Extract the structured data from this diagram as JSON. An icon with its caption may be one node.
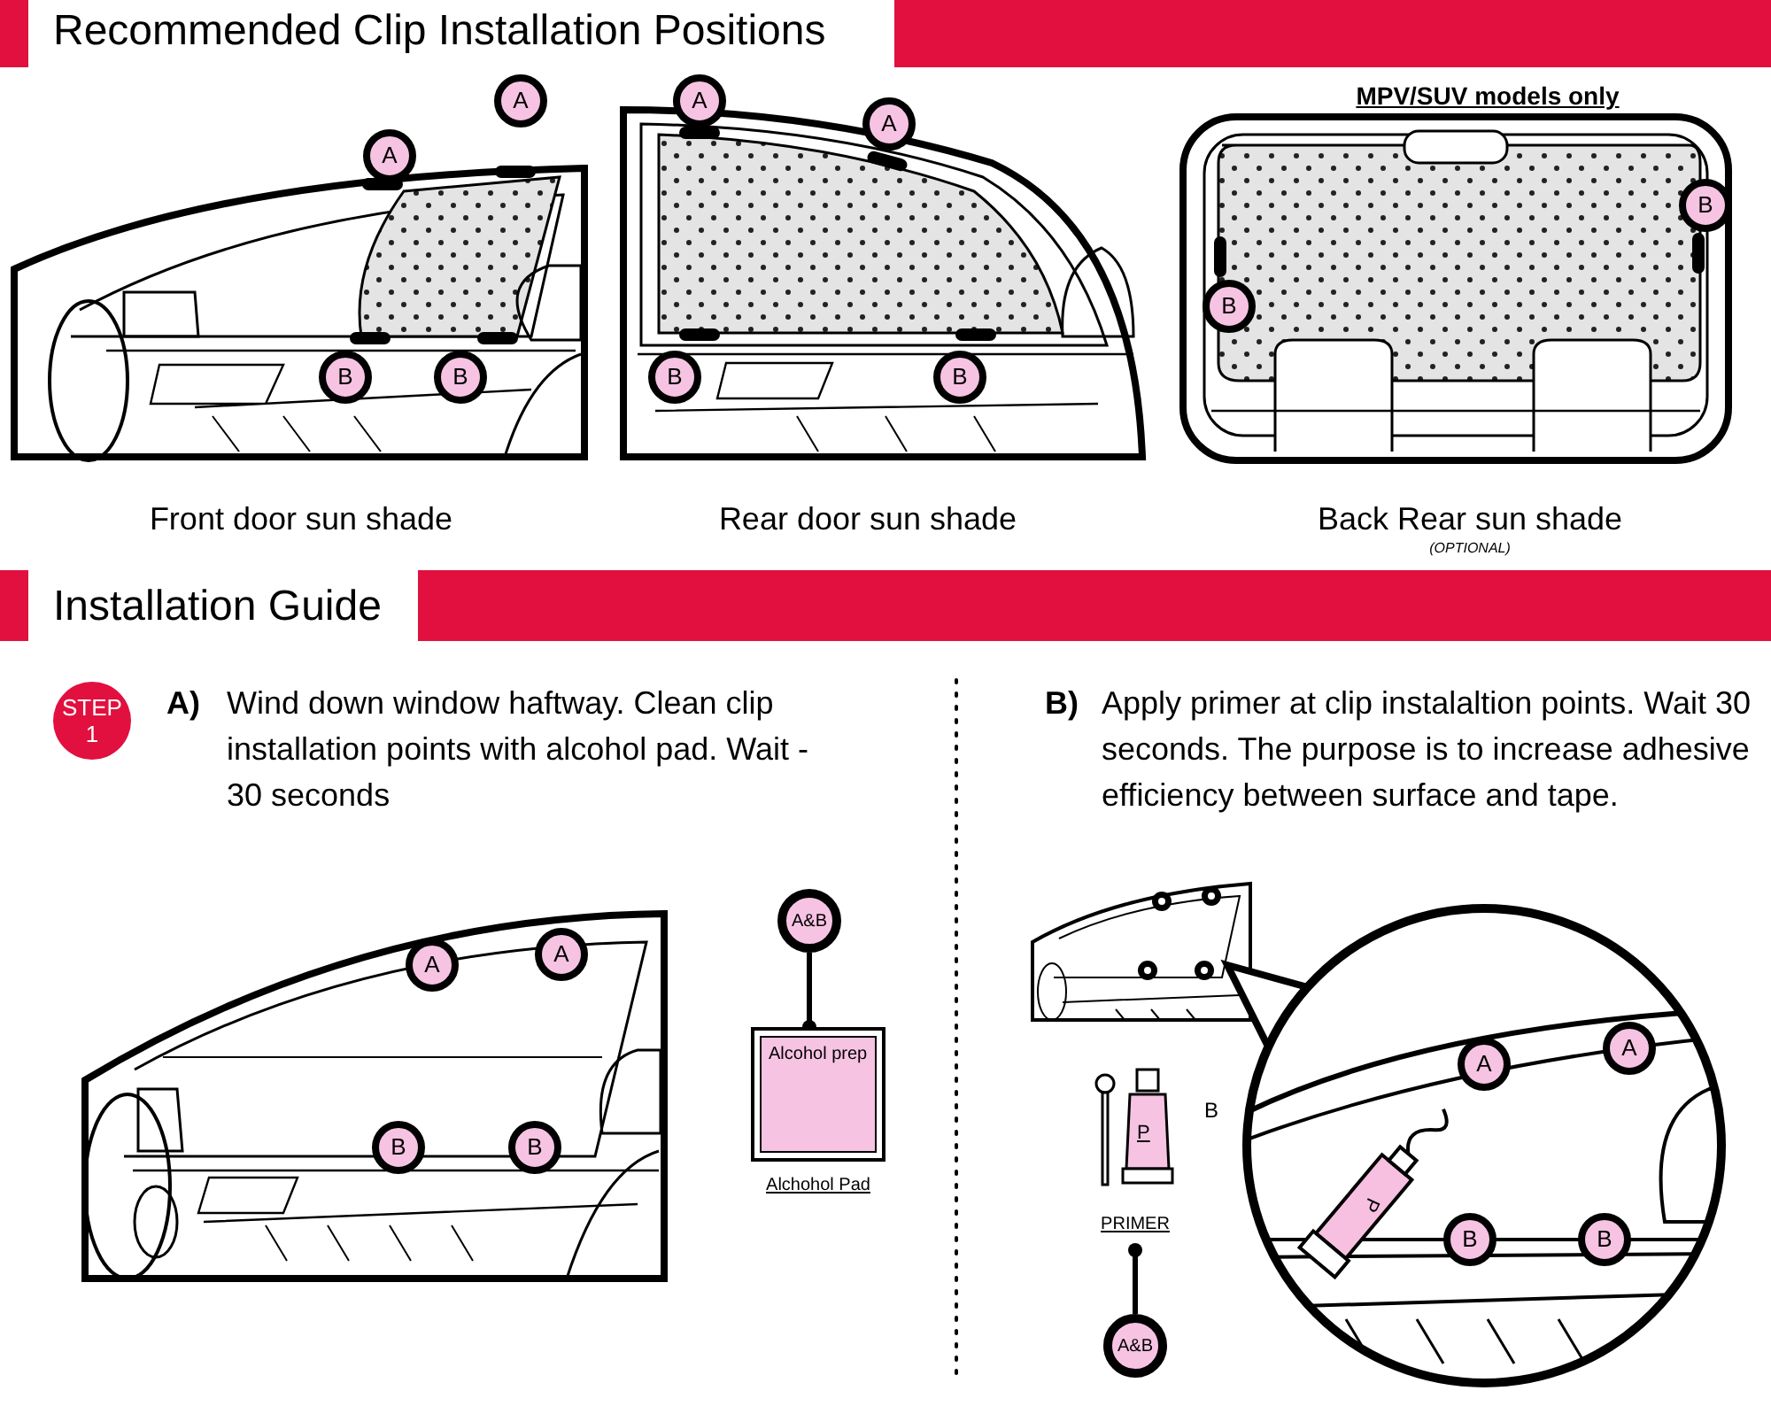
{
  "diagram": {
    "title": "Recommended Clip Installation Positions",
    "nodes": [
      {
        "text": [
          "A"
        ]
      },
      {
        "text": [
          "A"
        ]
      },
      {
        "text": [
          "B"
        ]
      },
      {
        "text": [
          "B"
        ]
      },
      {
        "text": [
          "A"
        ]
      },
      {
        "text": [
          "A"
        ]
      },
      {
        "text": [
          "B"
        ]
      },
      {
        "text": [
          "B"
        ]
      },
      {
        "text": [
          "B"
        ]
      },
      {
        "text": [
          "B"
        ]
      },
      {
        "text": [
          "STEP 1"
        ]
      },
      {
        "text": [
          "A"
        ]
      },
      {
        "text": [
          "A"
        ]
      },
      {
        "text": [
          "B"
        ]
      },
      {
        "text": [
          "B"
        ]
      },
      {
        "text": [
          "A&B"
        ]
      },
      {
        "text": [
          "Alcohol prep"
        ],
        "beside": [
          "Alchohol Pad"
        ]
      },
      {
        "text": [
          "P"
        ],
        "beside": [
          "PRIMER"
        ]
      },
      {
        "text": [
          "A&B"
        ]
      },
      {
        "text": [
          "A"
        ]
      },
      {
        "text": [
          "A"
        ]
      },
      {
        "text": [
          "B"
        ]
      },
      {
        "text": [
          "B"
        ]
      }
    ],
    "edges": [
      {
        "from": 15,
        "to": 16,
        "arrow": "other"
      },
      {
        "from": 18,
        "to": 17,
        "arrow": "other"
      }
    ],
    "labels": [
      "MPV/SUV models only",
      "Front door sun shade",
      "Rear door sun shade",
      "Back Rear sun shade",
      "(OPTIONAL)",
      "Installation Guide",
      "A)",
      "Wind down window haftway. Clean clip installation points with alcohol pad. Wait - 30 seconds",
      "B)",
      "Apply primer at clip instalaltion points. Wait 30 seconds. The purpose is to increase adhesive efficiency between surface and tape.",
      "B",
      "P"
    ]
  }
}
